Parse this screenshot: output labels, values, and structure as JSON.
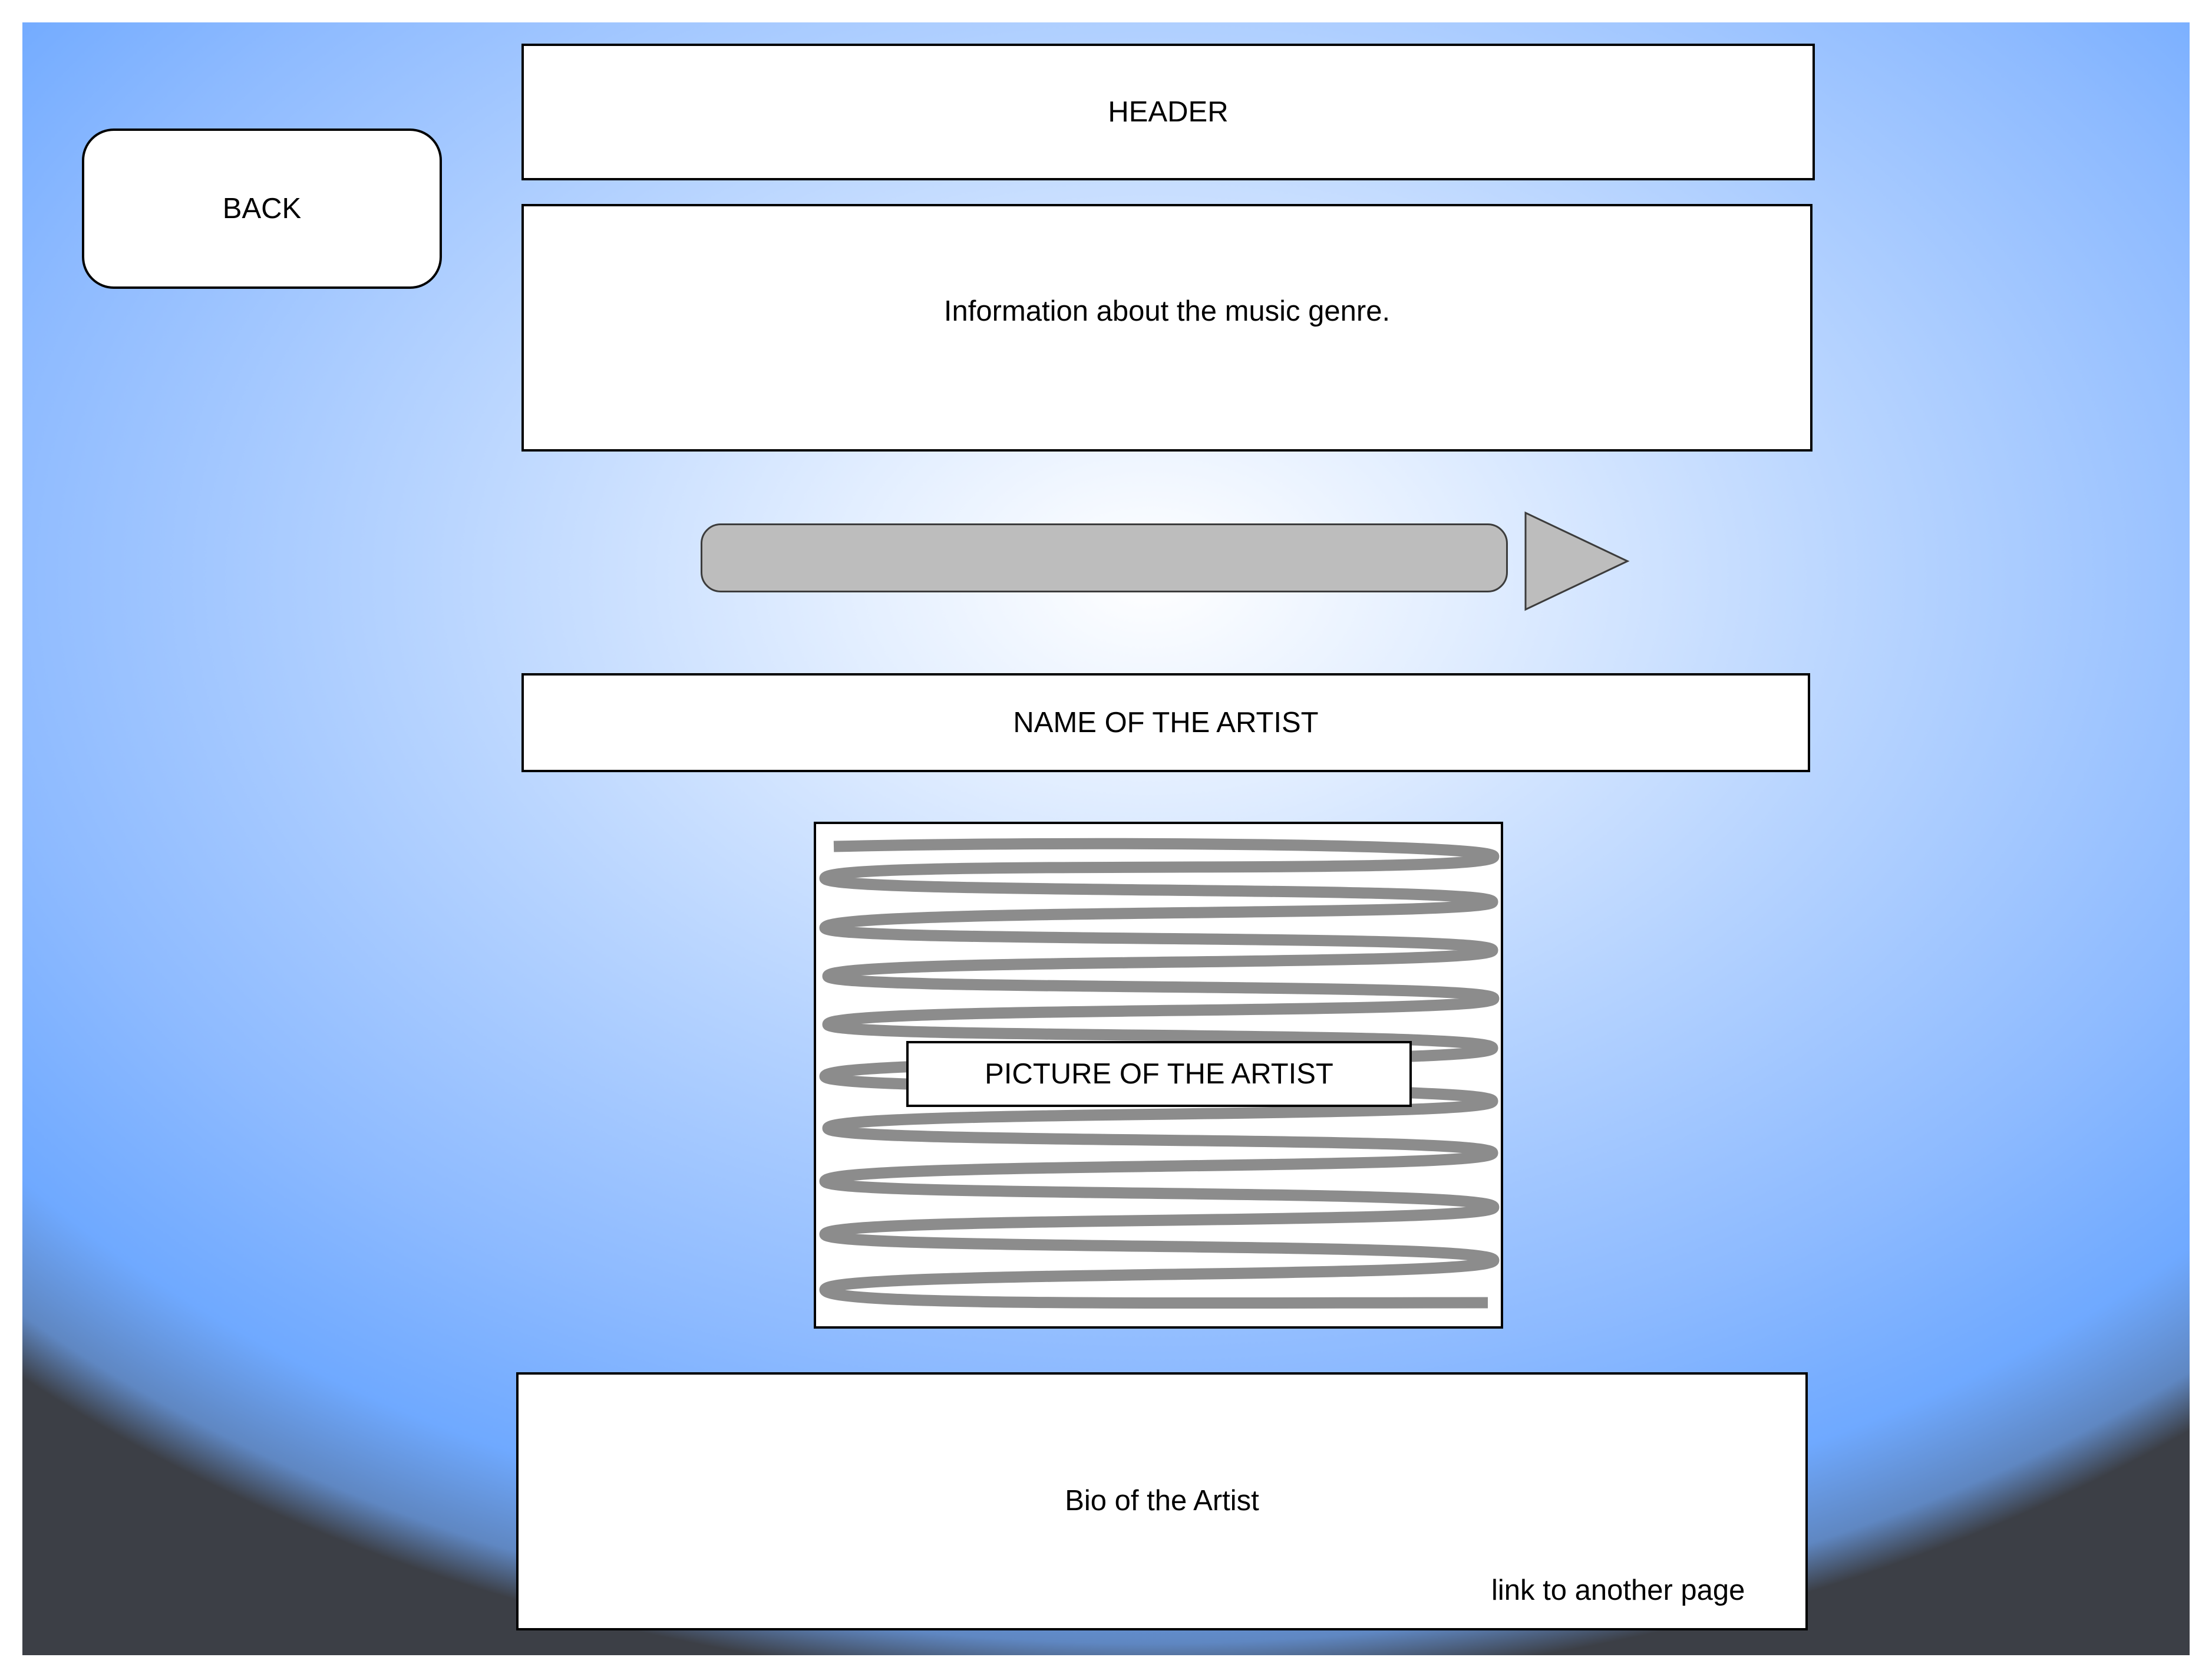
{
  "back_button": {
    "label": "BACK"
  },
  "header": {
    "label": "HEADER"
  },
  "genre_info": {
    "text": "Information about the music genre."
  },
  "player": {
    "progress": 0,
    "play_icon": "play-icon"
  },
  "artist": {
    "name_label": "NAME OF THE ARTIST",
    "picture_label": "PICTURE OF THE ARTIST",
    "bio_text": "Bio of the Artist",
    "link_text": "link to another page"
  },
  "colors": {
    "background_center": "#ffffff",
    "background_edge": "#6fa9ff",
    "progress_fill": "#bdbdbd",
    "placeholder_scribble": "#8c8c8c"
  }
}
